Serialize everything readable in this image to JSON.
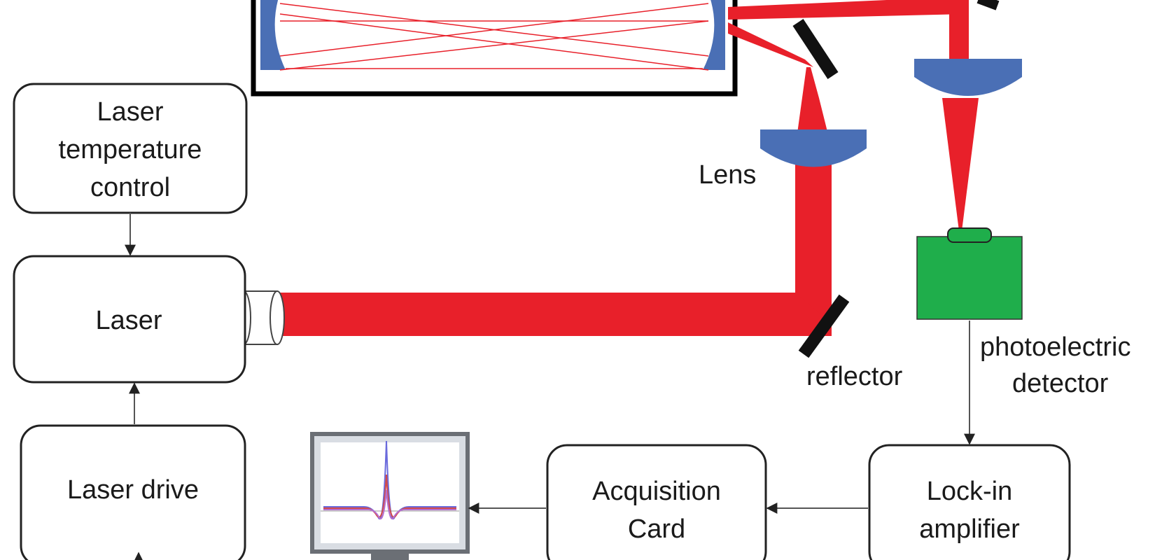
{
  "blocks": {
    "temp_control": {
      "line1": "Laser",
      "line2": "temperature",
      "line3": "control"
    },
    "laser": "Laser",
    "laser_drive": "Laser drive",
    "acquisition_card": {
      "line1": "Acquisition",
      "line2": "Card"
    },
    "lock_in": {
      "line1": "Lock-in",
      "line2": "amplifier"
    }
  },
  "labels": {
    "lens": "Lens",
    "reflector": "reflector",
    "detector": {
      "line1": "photoelectric",
      "line2": "detector"
    }
  },
  "colors": {
    "beam": "#e8202a",
    "lens": "#4a6fb5",
    "detector": "#1fae4b",
    "mirror": "#111111"
  }
}
